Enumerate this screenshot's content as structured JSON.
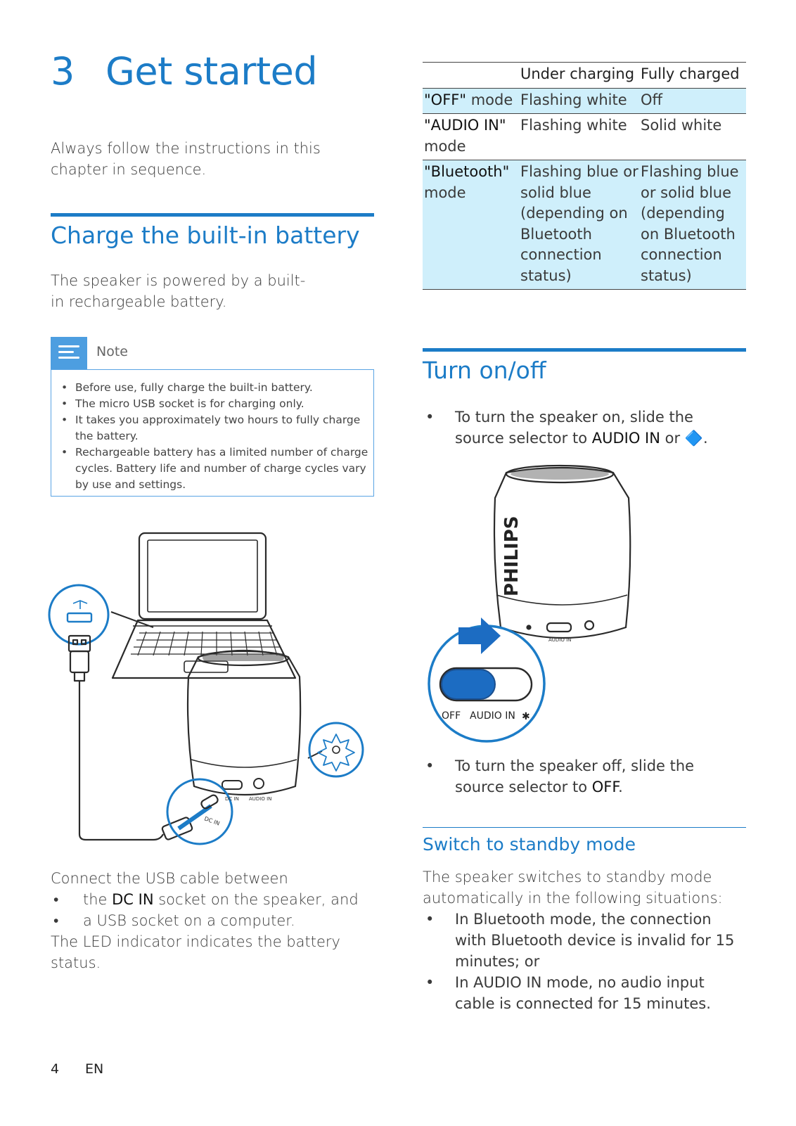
{
  "chapter": {
    "number": "3",
    "title": "Get started"
  },
  "intro": "Always follow the instructions in this chapter in sequence.",
  "charge": {
    "heading": "Charge the built-in battery",
    "body": "The speaker is powered by a built-in rechargeable battery.",
    "note": {
      "label": "Note",
      "items": [
        "Before use, fully charge the built-in battery.",
        "The micro USB socket is for charging only.",
        "It takes you approximately two hours to fully charge the battery.",
        "Rechargeable battery has a limited number of charge cycles. Battery life and number of charge cycles vary by use and settings."
      ]
    },
    "figure": {
      "socket_label_1": "DC IN",
      "socket_label_2": "AUDIO IN",
      "callout_label": "DC IN"
    },
    "connect": {
      "intro": "Connect the USB cable between",
      "item1_pre": "the ",
      "item1_em": "DC IN",
      "item1_post": " socket on the speaker, and",
      "item2": "a USB socket on a computer.",
      "outro": "The LED indicator indicates the battery status."
    }
  },
  "led_table": {
    "headers": [
      "",
      "Under charging",
      "Fully charged"
    ],
    "rows": [
      {
        "mode_em": "\"OFF\"",
        "mode_rest": " mode",
        "charging": "Flashing white",
        "charged": "Off"
      },
      {
        "mode_em": "\"AUDIO IN\"",
        "mode_rest": " mode",
        "charging": "Flashing white",
        "charged": "Solid white"
      },
      {
        "mode_em": "\"Bluetooth\"",
        "mode_rest": " mode",
        "charging": "Flashing blue or solid blue (depending on Bluetooth connection status)",
        "charged": "Flashing blue or solid blue (depending on Bluetooth connection status)"
      }
    ]
  },
  "turn": {
    "heading": "Turn on/off",
    "on_pre": "To turn the speaker on, slide the source selector to ",
    "on_em": "AUDIO IN",
    "on_mid": " or ",
    "on_post": ".",
    "figure": {
      "brand": "PHILIPS",
      "switch_off": "OFF",
      "switch_audio": "AUDIO IN",
      "small_label": "AUDIO IN"
    },
    "off_pre": "To turn the speaker off, slide the source selector to ",
    "off_em": "OFF",
    "off_post": "."
  },
  "standby": {
    "heading": "Switch to standby mode",
    "body": "The speaker switches to standby mode automatically in the following situations:",
    "items": [
      "In Bluetooth mode, the connection with Bluetooth device is invalid for 15 minutes; or",
      "In AUDIO IN mode, no audio input cable is connected for 15 minutes."
    ]
  },
  "footer": {
    "page": "4",
    "lang": "EN"
  },
  "colors": {
    "accent": "#1c7cc7",
    "note_tab": "#4d9ee0",
    "table_shade": "#cfeffb"
  }
}
